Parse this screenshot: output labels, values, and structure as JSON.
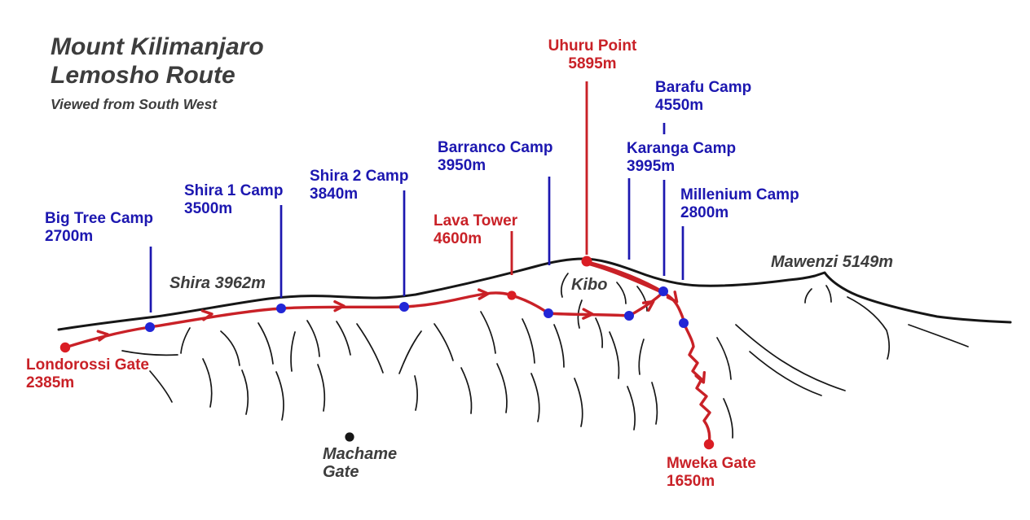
{
  "colors": {
    "camp": "#1c17b0",
    "dot_blue": "#2226d6",
    "route": "#c92127",
    "dot_red": "#da1d24",
    "terrain": "#161616",
    "gray_text": "#3d3d3d"
  },
  "title": {
    "line1": "Mount Kilimanjaro",
    "line2": "Lemosho Route",
    "subtitle": "Viewed from South West"
  },
  "waypoints": {
    "londorossi": {
      "name": "Londorossi Gate",
      "elevation": "2385m"
    },
    "big_tree": {
      "name": "Big Tree Camp",
      "elevation": "2700m"
    },
    "shira1": {
      "name": "Shira 1 Camp",
      "elevation": "3500m"
    },
    "shira2": {
      "name": "Shira 2 Camp",
      "elevation": "3840m"
    },
    "lava_tower": {
      "name": "Lava Tower",
      "elevation": "4600m"
    },
    "barranco": {
      "name": "Barranco Camp",
      "elevation": "3950m"
    },
    "karanga": {
      "name": "Karanga Camp",
      "elevation": "3995m"
    },
    "barafu": {
      "name": "Barafu Camp",
      "elevation": "4550m"
    },
    "uhuru": {
      "name": "Uhuru Point",
      "elevation": "5895m"
    },
    "millenium": {
      "name": "Millenium Camp",
      "elevation": "2800m"
    },
    "mweka": {
      "name": "Mweka Gate",
      "elevation": "1650m"
    },
    "machame": {
      "line1": "Machame",
      "line2": "Gate"
    }
  },
  "terrain_labels": {
    "shira": "Shira 3962m",
    "kibo": "Kibo",
    "mawenzi": "Mawenzi 5149m"
  }
}
